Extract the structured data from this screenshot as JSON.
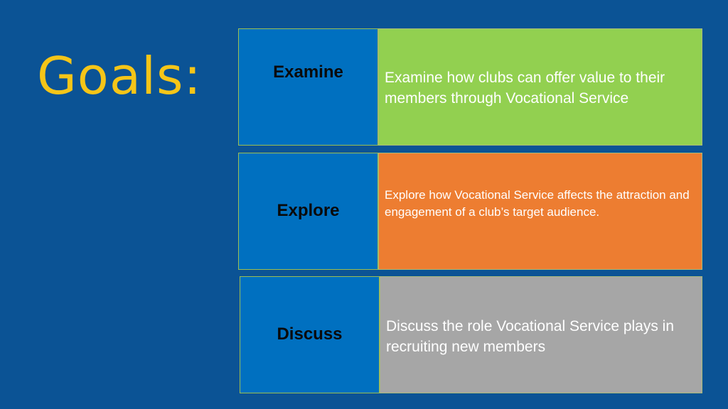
{
  "slide": {
    "title": "Goals:"
  },
  "goals": [
    {
      "label": "Examine",
      "description": "Examine how clubs can offer value to their members through Vocational Service"
    },
    {
      "label": "Explore",
      "description": "Explore how Vocational Service affects the attraction and engagement of a club’s target audience."
    },
    {
      "label": "Discuss",
      "description": "Discuss the role Vocational Service plays in recruiting new members"
    }
  ],
  "colors": {
    "background": "#0B5395",
    "title": "#F5C518",
    "label_box": "#0070C0",
    "examine_box": "#92D050",
    "explore_box": "#ED7D31",
    "discuss_box": "#A6A6A6"
  }
}
